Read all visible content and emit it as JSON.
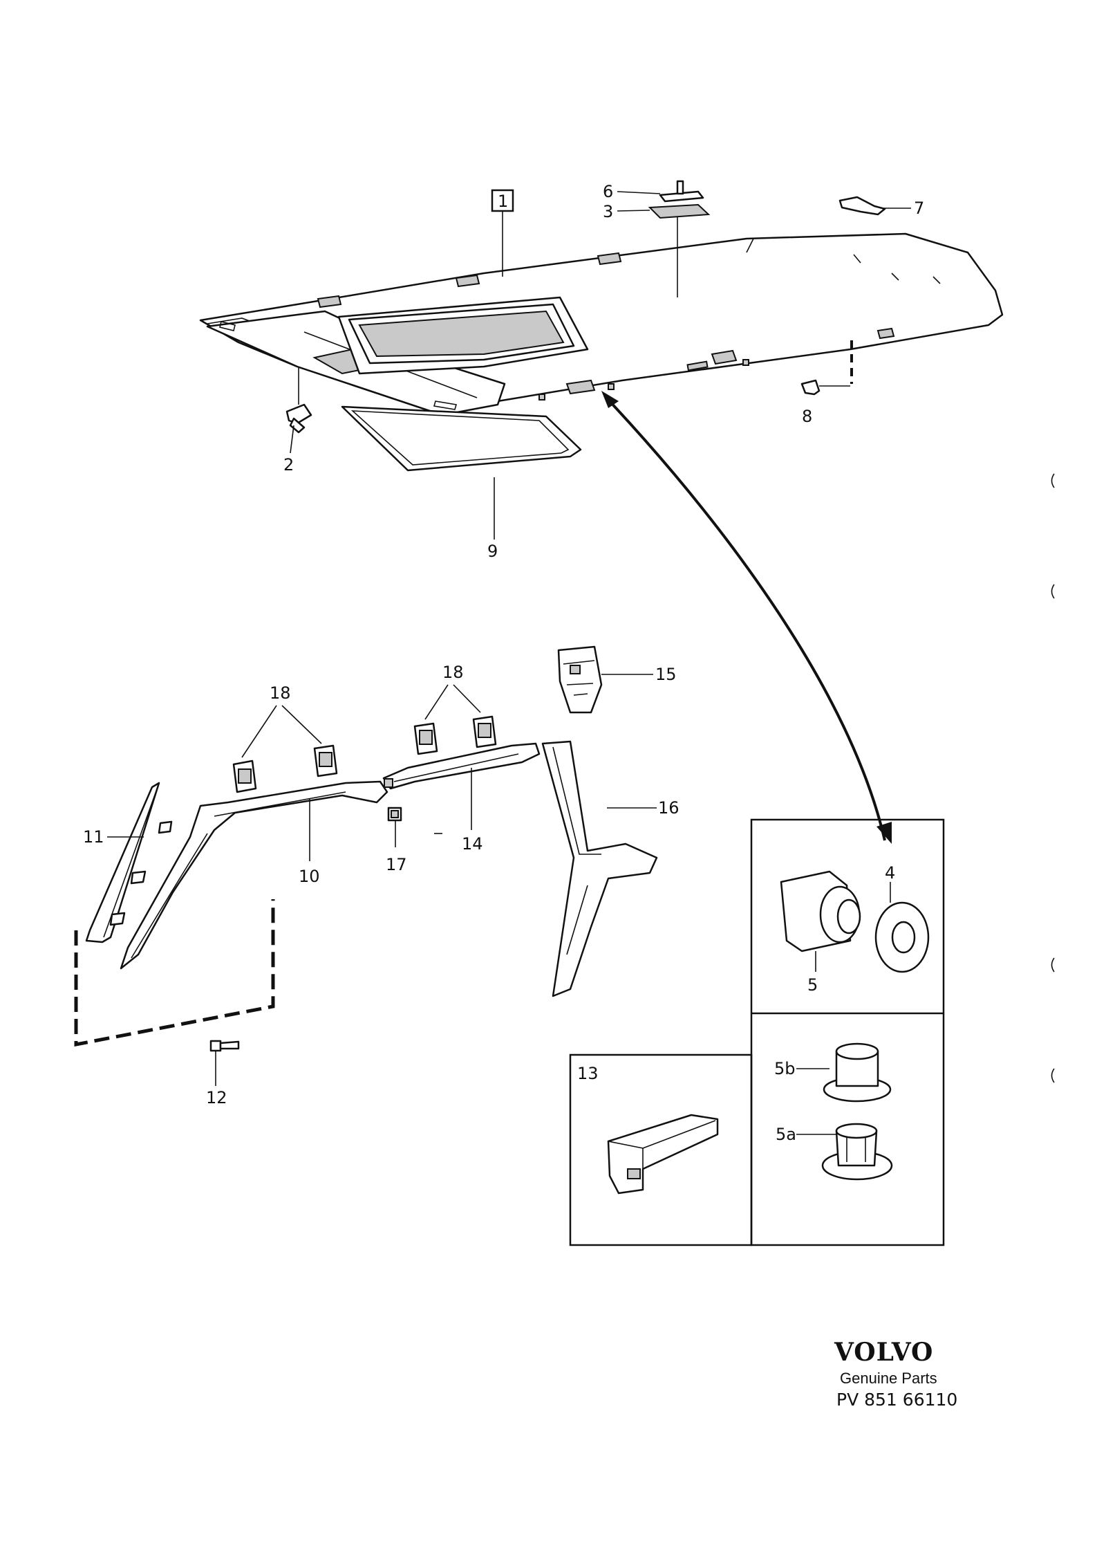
{
  "callouts": {
    "c1": "1",
    "c2": "2",
    "c3": "3",
    "c4": "4",
    "c5": "5",
    "c5a": "5a",
    "c5b": "5b",
    "c6": "6",
    "c7": "7",
    "c8": "8",
    "c9": "9",
    "c10": "10",
    "c11": "11",
    "c12": "12",
    "c13": "13",
    "c14": "14",
    "c15": "15",
    "c16": "16",
    "c17": "17",
    "c18a": "18",
    "c18b": "18"
  },
  "brand": {
    "logo": "VOLVO",
    "tagline": "Genuine Parts",
    "code": "PV 851 66110"
  }
}
